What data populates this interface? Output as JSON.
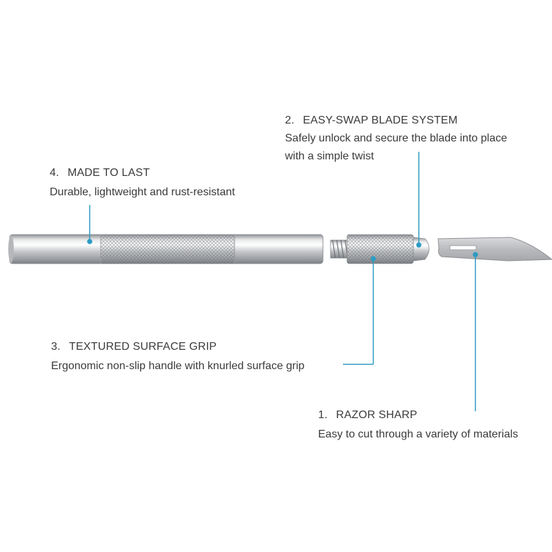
{
  "features": [
    {
      "number": "1.",
      "title": "RAZOR SHARP",
      "lines": [
        "Easy to cut through a variety of materials"
      ]
    },
    {
      "number": "2.",
      "title": "EASY-SWAP BLADE SYSTEM",
      "lines": [
        "Safely unlock and secure the blade into place",
        "with a simple twist"
      ]
    },
    {
      "number": "3.",
      "title": "TEXTURED SURFACE GRIP",
      "lines": [
        "Ergonomic non-slip handle with knurled surface grip"
      ]
    },
    {
      "number": "4.",
      "title": "MADE TO LAST",
      "lines": [
        "Durable, lightweight and rust-resistant"
      ]
    }
  ],
  "colors": {
    "leader_line": "#2e9bc4",
    "text": "#3a3a3a",
    "metal": "#c9cbce"
  }
}
